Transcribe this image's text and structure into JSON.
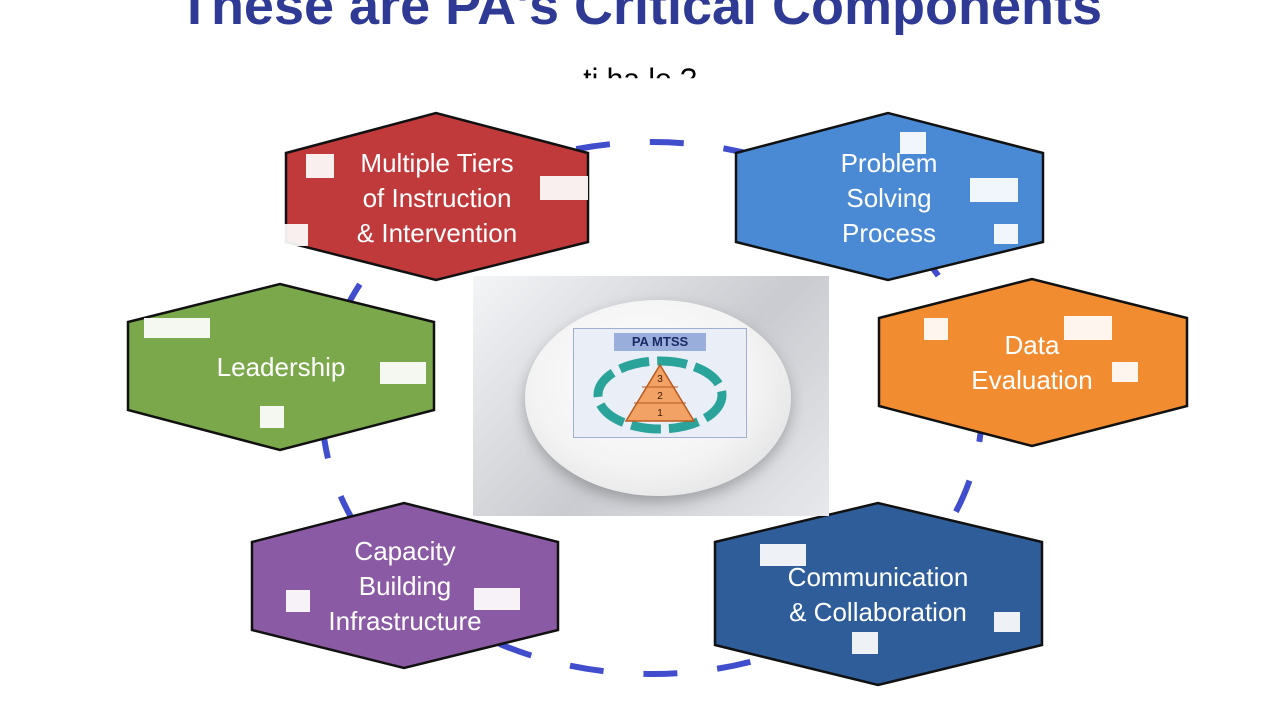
{
  "slide": {
    "title": "These are PA's Critical Components",
    "subtitle": "ti   ha  le  ?"
  },
  "center_logo": {
    "banner": "PA MTSS",
    "tiers": [
      "3",
      "2",
      "1"
    ]
  },
  "components": [
    {
      "id": "instruction",
      "lines": [
        "Multiple Tiers",
        "of Instruction",
        "& Intervention"
      ],
      "color": "#c0393b"
    },
    {
      "id": "problem-solving",
      "lines": [
        "Problem",
        "Solving",
        "Process"
      ],
      "color": "#4a8ad4"
    },
    {
      "id": "leadership",
      "lines": [
        "Leadership"
      ],
      "color": "#7aa84a"
    },
    {
      "id": "data-evaluation",
      "lines": [
        "Data",
        "Evaluation"
      ],
      "color": "#f28c30"
    },
    {
      "id": "capacity",
      "lines": [
        "Capacity",
        "Building",
        "Infrastructure"
      ],
      "color": "#8a5aa4"
    },
    {
      "id": "communication",
      "lines": [
        "Communication",
        "& Collaboration"
      ],
      "color": "#2f5d9a"
    }
  ],
  "colors": {
    "title": "#2e3a94",
    "ring": "#1f2fc4",
    "hex_border": "#111111"
  }
}
